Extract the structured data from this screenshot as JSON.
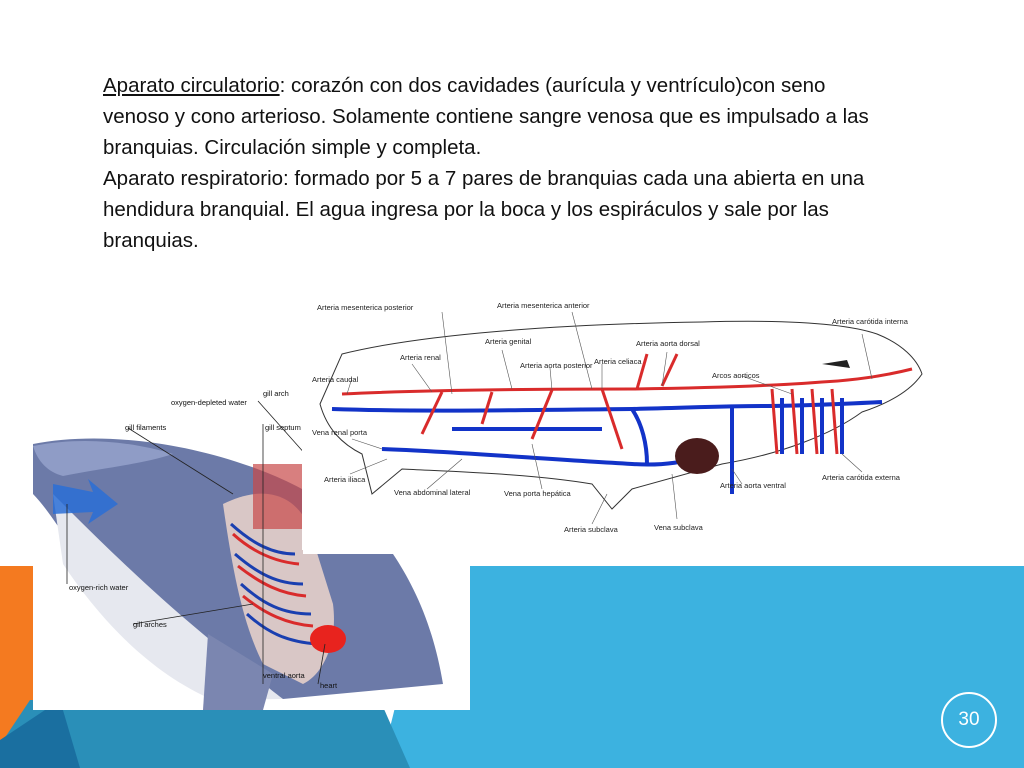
{
  "slide": {
    "colors": {
      "orange": "#f47a20",
      "blue": "#3cb2e0",
      "teal": "#2a8fb8",
      "dark_blue": "#1a6fa0"
    },
    "page_number": "30"
  },
  "text": {
    "circulatory_term": "Aparato circulatorio",
    "circulatory_body": ": corazón con dos cavidades (aurícula y ventrículo)con seno venoso y cono arterioso.  Solamente contiene sangre venosa que es impulsado a las branquias. Circulación simple y completa.",
    "respiratory_body": "Aparato respiratorio: formado por 5 a 7 pares de branquias cada una abierta en una hendidura branquial.  El agua ingresa por la boca y los espiráculos y sale por las branquias."
  },
  "left_diagram": {
    "labels": {
      "gill_arch_top": "gill arch",
      "oxygen_depleted": "oxygen-depleted water",
      "gill_filaments": "gill filaments",
      "gill_septum": "gill septum",
      "oxygen_rich": "oxygen-rich water",
      "gill_arches": "gill arches",
      "ventral_aorta": "ventral aorta",
      "heart": "heart"
    }
  },
  "right_diagram": {
    "labels": {
      "mesenterica_posterior": "Arteria mesenterica posterior",
      "mesenterica_anterior": "Arteria mesenterica anterior",
      "carotida_interna": "Arteria carótida interna",
      "genital": "Arteria genital",
      "renal": "Arteria renal",
      "aorta_posterior": "Arteria aorta posterior",
      "celiaca": "Arteria celiaca",
      "aorta_dorsal": "Arteria aorta dorsal",
      "caudal": "Arteria caudal",
      "arcos_aorticos": "Arcos aorticos",
      "vena_renal_porta": "Vena renal porta",
      "iliaca": "Arteria iliaca",
      "vena_abdominal": "Vena abdominal lateral",
      "vena_porta": "Vena porta hepática",
      "aorta_ventral": "Arteria aorta ventral",
      "carotida_externa": "Arteria carótida externa",
      "subclavia_a": "Arteria subclava",
      "subclavia_v": "Vena subclava"
    }
  }
}
